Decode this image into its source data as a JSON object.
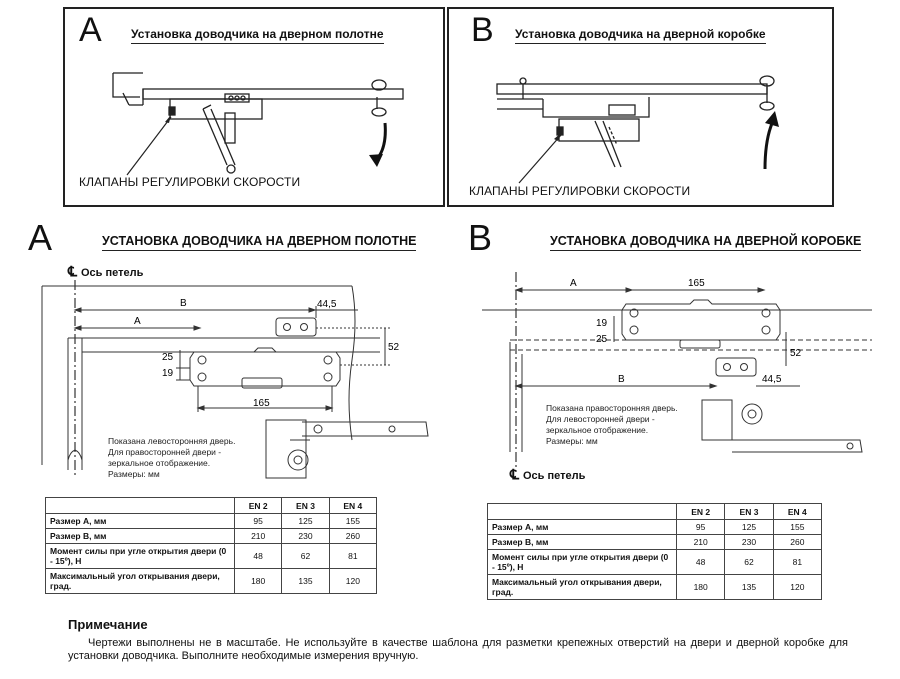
{
  "top_panels": [
    {
      "letter": "A",
      "title": "Установка доводчика на дверном полотне",
      "label": "КЛАПАНЫ РЕГУЛИРОВКИ СКОРОСТИ"
    },
    {
      "letter": "B",
      "title": "Установка доводчика на дверной коробке",
      "label": "КЛАПАНЫ РЕГУЛИРОВКИ СКОРОСТИ"
    }
  ],
  "sections": [
    {
      "letter": "A",
      "title": "УСТАНОВКА ДОВОДЧИКА НА ДВЕРНОМ ПОЛОТНЕ",
      "axis_symbol": "℄",
      "axis_label": "Ось петель",
      "dims": {
        "B": "B",
        "A": "A",
        "d445": "44,5",
        "d52": "52",
        "d25": "25",
        "d19": "19",
        "d165": "165"
      },
      "note": [
        "Показана левосторонняя дверь.",
        "Для правосторонней двери -",
        "зеркальное отображение.",
        "Размеры: мм"
      ]
    },
    {
      "letter": "B",
      "title": "УСТАНОВКА ДОВОДЧИКА НА ДВЕРНОЙ КОРОБКЕ",
      "axis_symbol": "℄",
      "axis_label": "Ось петель",
      "dims": {
        "A": "A",
        "d165": "165",
        "d19": "19",
        "d25": "25",
        "d52": "52",
        "B": "B",
        "d445": "44,5"
      },
      "note": [
        "Показана правосторонняя дверь.",
        "Для левосторонней двери -",
        "зеркальное отображение.",
        "Размеры: мм"
      ]
    }
  ],
  "table": {
    "headers": [
      "",
      "EN 2",
      "EN 3",
      "EN 4"
    ],
    "rows": [
      {
        "label": "Размер A, мм",
        "values": [
          "95",
          "125",
          "155"
        ]
      },
      {
        "label": "Размер B, мм",
        "values": [
          "210",
          "230",
          "260"
        ]
      },
      {
        "label": "Момент силы при угле открытия двери  (0 - 15º), Н",
        "values": [
          "48",
          "62",
          "81"
        ]
      },
      {
        "label": "Максимальный угол открывания двери, град.",
        "values": [
          "180",
          "135",
          "120"
        ]
      }
    ]
  },
  "footer": {
    "title": "Примечание",
    "text": "Чертежи выполнены не в масштабе. Не используйте в качестве шаблона для разметки крепежных отверстий на двери и дверной коробке для установки доводчика. Выполните необходимые измерения вручную."
  }
}
